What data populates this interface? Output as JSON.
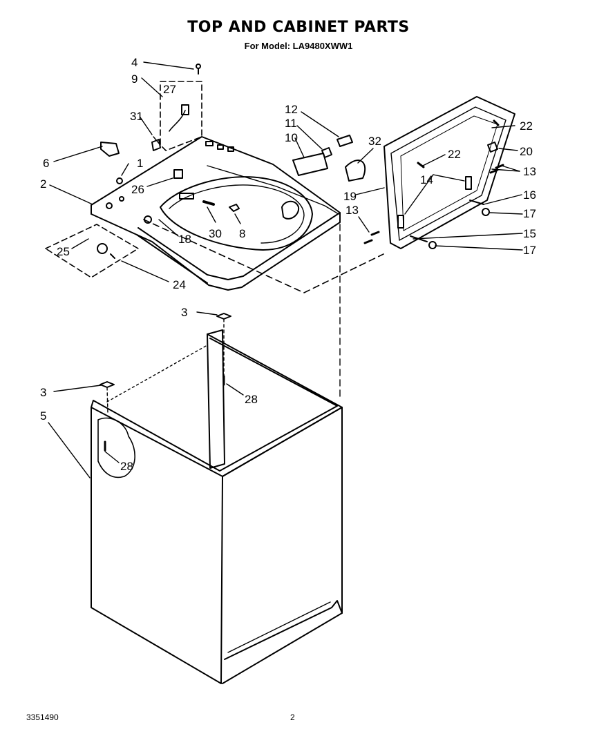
{
  "header": {
    "title": "TOP AND CABINET PARTS",
    "subtitle": "For Model: LA9480XWW1"
  },
  "footer": {
    "doc_number": "3351490",
    "page_number": "2"
  },
  "callouts": {
    "c1": "1",
    "c2": "2",
    "c3a": "3",
    "c3b": "3",
    "c4": "4",
    "c5": "5",
    "c6": "6",
    "c8": "8",
    "c9": "9",
    "c10": "10",
    "c11": "11",
    "c12": "12",
    "c13a": "13",
    "c13b": "13",
    "c14": "14",
    "c15": "15",
    "c16": "16",
    "c17a": "17",
    "c17b": "17",
    "c18": "18",
    "c19": "19",
    "c20": "20",
    "c22a": "22",
    "c22b": "22",
    "c24": "24",
    "c25": "25",
    "c26": "26",
    "c27": "27",
    "c28a": "28",
    "c28b": "28",
    "c30": "30",
    "c31": "31",
    "c32": "32"
  }
}
